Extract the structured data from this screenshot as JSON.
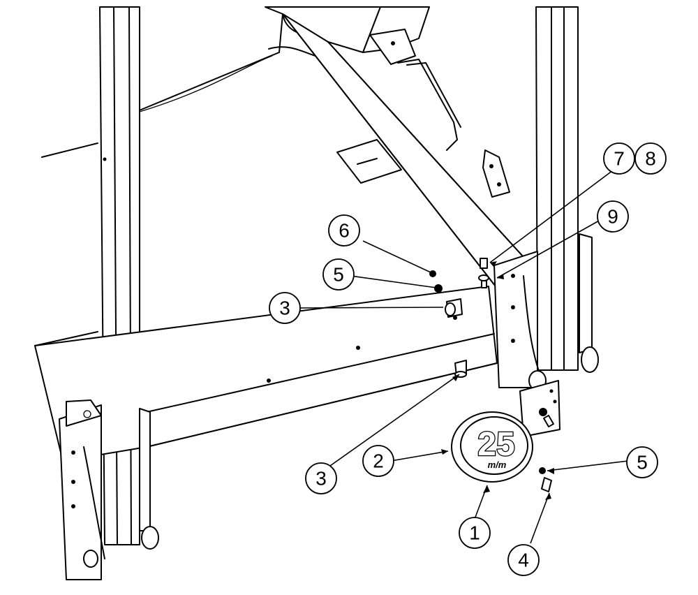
{
  "badge": {
    "number": "25",
    "brand": "m/m"
  },
  "callouts": [
    {
      "id": "callout-1",
      "label": "1"
    },
    {
      "id": "callout-2",
      "label": "2"
    },
    {
      "id": "callout-3-lower",
      "label": "3"
    },
    {
      "id": "callout-3-upper",
      "label": "3"
    },
    {
      "id": "callout-4",
      "label": "4"
    },
    {
      "id": "callout-5-right",
      "label": "5"
    },
    {
      "id": "callout-5-upper",
      "label": "5"
    },
    {
      "id": "callout-6",
      "label": "6"
    },
    {
      "id": "callout-7",
      "label": "7"
    },
    {
      "id": "callout-8",
      "label": "8"
    },
    {
      "id": "callout-9",
      "label": "9"
    }
  ]
}
